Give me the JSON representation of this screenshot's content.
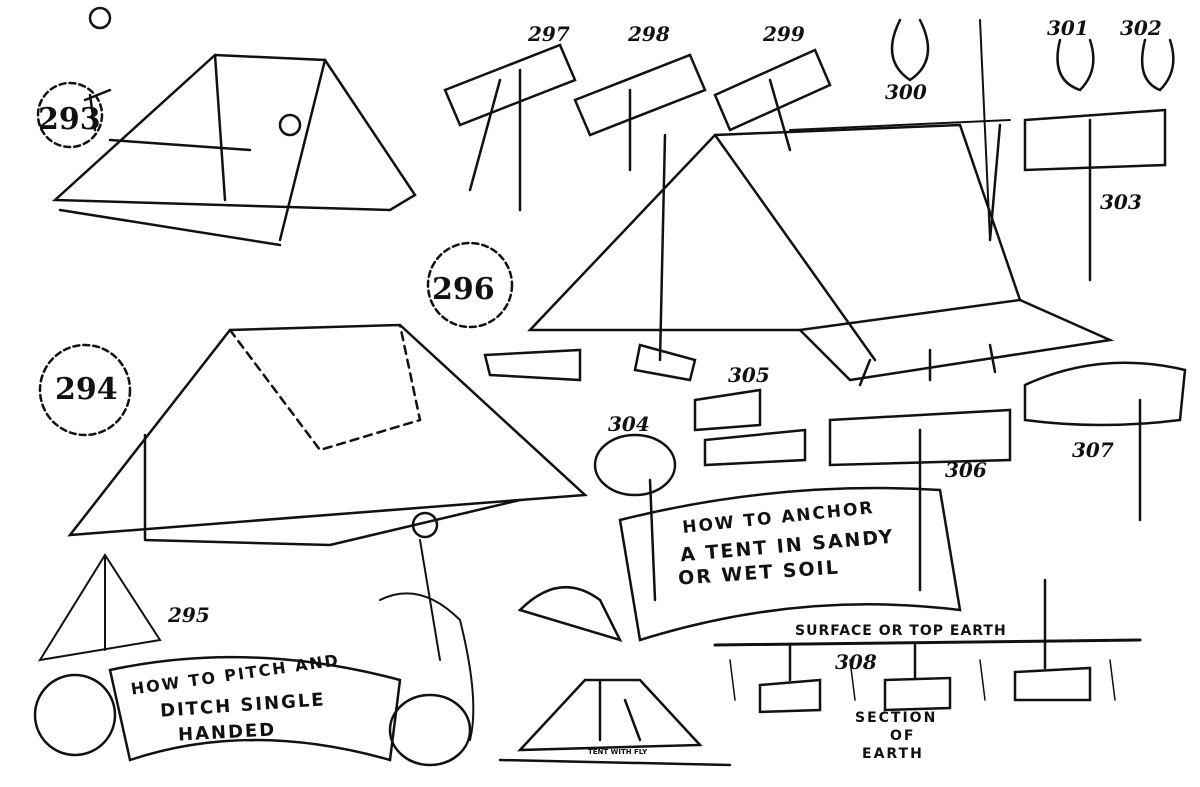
{
  "figure_numbers": [
    "293",
    "294",
    "295",
    "296",
    "297",
    "298",
    "299",
    "300",
    "301",
    "302",
    "303",
    "304",
    "305",
    "306",
    "307",
    "308"
  ],
  "captions": {
    "anchor": [
      "HOW TO ANCHOR",
      "A TENT IN SANDY",
      "OR WET SOIL"
    ],
    "pitch": [
      "HOW TO PITCH AND",
      "DITCH SINGLE",
      "HANDED"
    ],
    "surface": "SURFACE OR TOP EARTH",
    "section": [
      "SECTION",
      "OF",
      "EARTH"
    ],
    "tent_with_fly": "TENT WITH FLY"
  },
  "colors": {
    "ink": "#111111",
    "paper": "#ffffff"
  }
}
